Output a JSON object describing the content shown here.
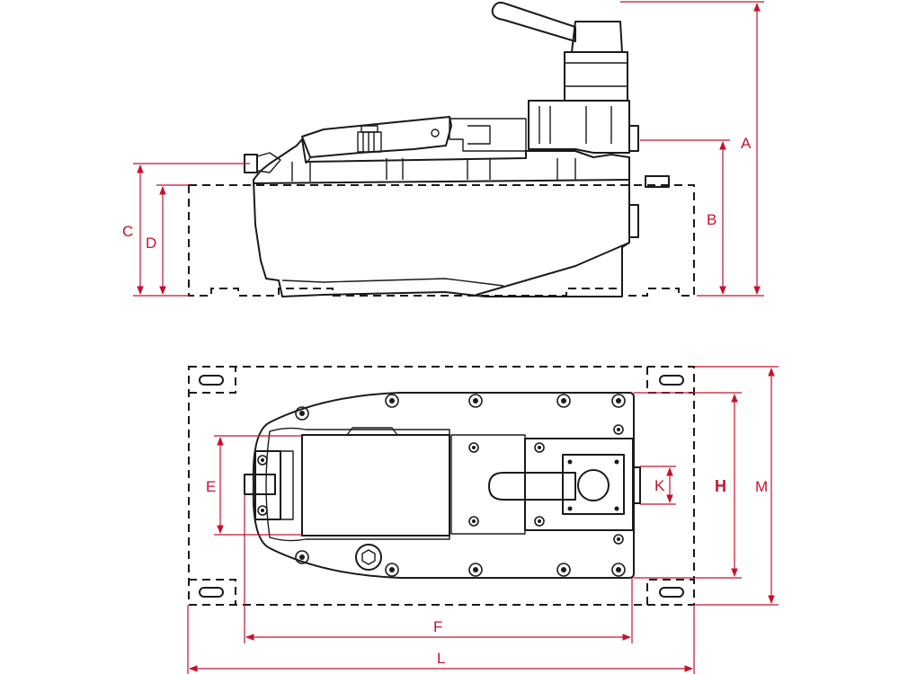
{
  "dimensions": {
    "A": "A",
    "B": "B",
    "C": "C",
    "D": "D",
    "E": "E",
    "F": "F",
    "H": "H",
    "K": "K",
    "L": "L",
    "M": "M"
  },
  "colors": {
    "outline": "#1a1a1a",
    "dimension": "#c8102e",
    "background": "#ffffff"
  }
}
